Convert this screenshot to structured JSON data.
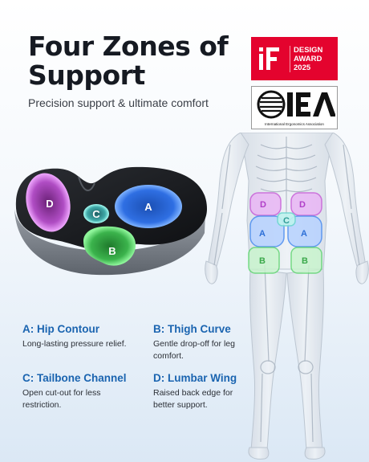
{
  "header": {
    "title": "Four Zones of Support",
    "subtitle": "Precision support & ultimate comfort"
  },
  "badges": {
    "if_line1": "DESIGN",
    "if_line2": "AWARD",
    "if_line3": "2025",
    "iea_org": "International Ergonomics Association"
  },
  "zones": {
    "a": "A",
    "b": "B",
    "c": "C",
    "d": "D"
  },
  "features": [
    {
      "title": "A: Hip Contour",
      "desc": "Long-lasting pressure relief."
    },
    {
      "title": "B: Thigh Curve",
      "desc": "Gentle drop-off for leg comfort."
    },
    {
      "title": "C: Tailbone Channel",
      "desc": "Open cut-out for less restriction."
    },
    {
      "title": "D: Lumbar Wing",
      "desc": "Raised back edge for better support."
    }
  ],
  "colors": {
    "accent_blue": "#1a64b0",
    "zone_a": "#4a8cf0",
    "zone_b": "#58d46a",
    "zone_c": "#6fd6d0",
    "zone_d": "#c85fd8",
    "award_red": "#e4032e"
  }
}
